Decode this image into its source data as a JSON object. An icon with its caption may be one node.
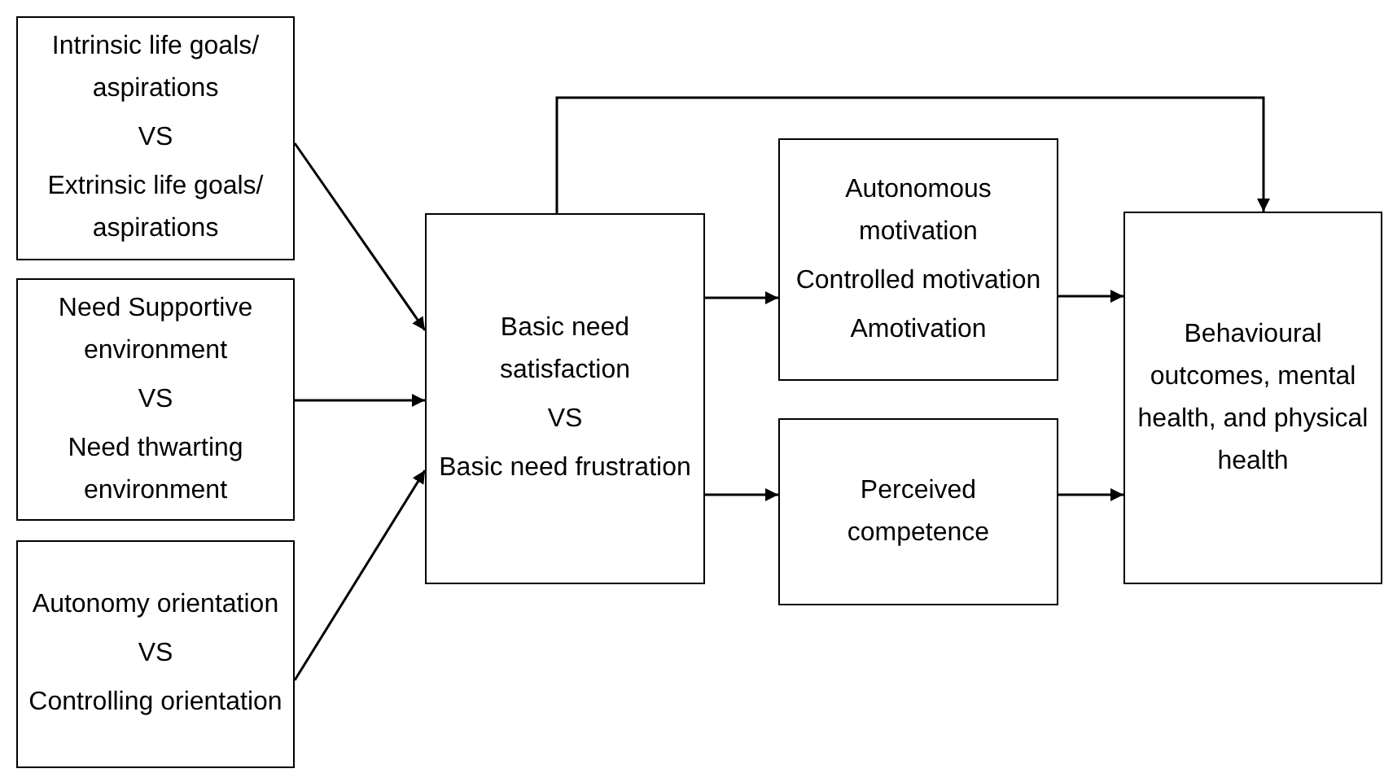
{
  "diagram": {
    "nodes": [
      {
        "text": [
          "Intrinsic life goals/ aspirations",
          "VS",
          "Extrinsic life goals/ aspirations"
        ]
      },
      {
        "text": [
          "Need Supportive environment",
          "VS",
          "Need thwarting environment"
        ]
      },
      {
        "text": [
          "Autonomy orientation",
          "VS",
          "Controlling orientation"
        ]
      },
      {
        "text": [
          "Basic need satisfaction",
          "VS",
          "Basic need frustration"
        ]
      },
      {
        "text": [
          "Autonomous motivation",
          "Controlled motivation",
          "Amotivation"
        ]
      },
      {
        "text": [
          "Perceived competence"
        ]
      },
      {
        "text": [
          "Behavioural outcomes, mental health, and physical health"
        ]
      }
    ],
    "edges": [
      {
        "from": 0,
        "to": 3,
        "arrow": "to"
      },
      {
        "from": 1,
        "to": 3,
        "arrow": "to"
      },
      {
        "from": 2,
        "to": 3,
        "arrow": "to"
      },
      {
        "from": 3,
        "to": 4,
        "arrow": "to"
      },
      {
        "from": 3,
        "to": 5,
        "arrow": "to"
      },
      {
        "from": 4,
        "to": 6,
        "arrow": "to"
      },
      {
        "from": 5,
        "to": 6,
        "arrow": "to"
      },
      {
        "from": 3,
        "to": 6,
        "arrow": "to"
      }
    ]
  }
}
